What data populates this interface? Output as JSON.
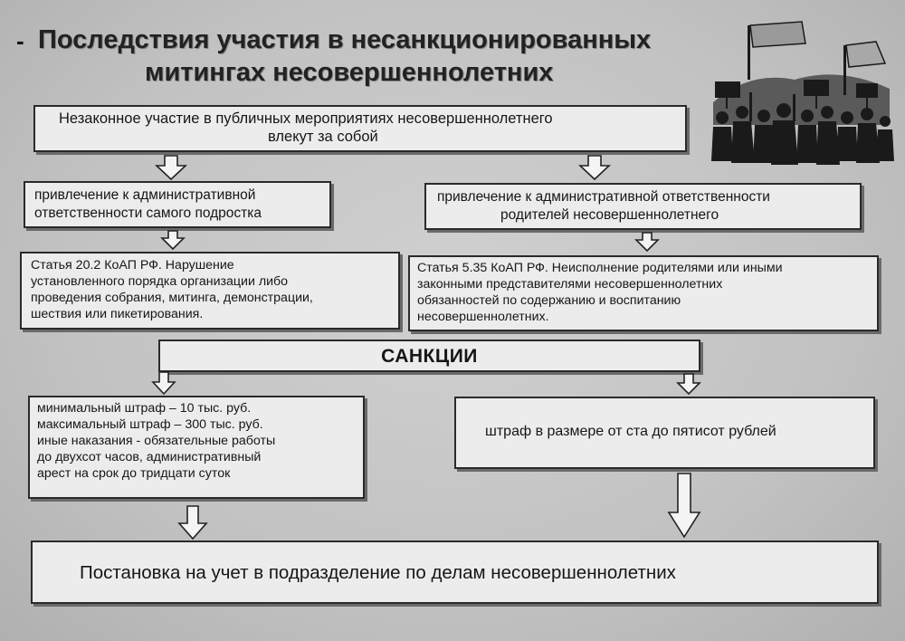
{
  "title": {
    "line1": "Последствия участия в несанкционированных",
    "line2": "митингах несовершеннолетних"
  },
  "top_box": {
    "line1": "Незаконное участие в публичных мероприятиях несовершеннолетнего",
    "line2": "влекут за собой"
  },
  "left_branch": {
    "responsibility": {
      "line1": "привлечение к административной",
      "line2": "ответственности самого подростка"
    },
    "article": {
      "line1": "Статья 20.2 КоАП РФ. Нарушение",
      "line2": "установленного порядка организации либо",
      "line3": "проведения собрания, митинга, демонстрации,",
      "line4": "шествия или пикетирования."
    },
    "sanctions": {
      "line1": "минимальный штраф – 10 тыс. руб.",
      "line2": "максимальный штраф – 300 тыс. руб.",
      "line3": "иные наказания -  обязательные работы",
      "line4": "до двухсот часов, административный",
      "line5": "арест на срок до тридцати суток"
    }
  },
  "right_branch": {
    "responsibility": {
      "line1": "привлечение к административной ответственности",
      "line2": "родителей несовершеннолетнего"
    },
    "article": {
      "line1": "Статья 5.35 КоАП РФ. Неисполнение родителями или иными",
      "line2": "законными представителями несовершеннолетних",
      "line3": "обязанностей по содержанию и воспитанию",
      "line4": "несовершеннолетних."
    },
    "sanctions": {
      "line1": "штраф в размере от ста до пятисот рублей"
    }
  },
  "sanctions_header": "САНКЦИИ",
  "bottom_box": "Постановка на учет в подразделение по делам несовершеннолетних",
  "bullet": "-",
  "icons": [
    "down-arrow-icon",
    "protest-crowd-icon"
  ],
  "colors": {
    "box_fill": "#ececec",
    "border": "#2a2a2a",
    "background": "#c2c2c2"
  }
}
